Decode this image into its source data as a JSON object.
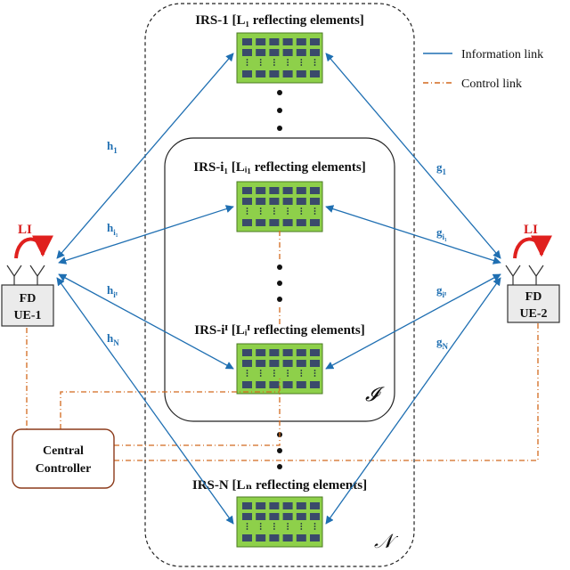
{
  "legend": {
    "info_label": "Information link",
    "control_label": "Control link"
  },
  "irs": {
    "irs1_title": "IRS-1 [L₁ reflecting elements]",
    "irs_i1_title": "IRS-i₁ [Lᵢ₁ reflecting elements]",
    "irs_iI_title": "IRS-iᴵ [Lᵢᴵ reflecting elements]",
    "irsN_title": "IRS-N [Lₙ reflecting elements]"
  },
  "sets": {
    "inner": "𝓘",
    "outer": "𝒩"
  },
  "ue1": {
    "line1": "FD",
    "line2": "UE-1"
  },
  "ue2": {
    "line1": "FD",
    "line2": "UE-2"
  },
  "li_label": "LI",
  "controller": {
    "line1": "Central",
    "line2": "Controller"
  },
  "channels": {
    "h1": "h",
    "h1_sub": "1",
    "hi1": "h",
    "hi1_sub": "i₁",
    "hiI": "h",
    "hiI_sub": "iᴵ",
    "hN": "h",
    "hN_sub": "N",
    "g1": "g",
    "g1_sub": "1",
    "gi1": "g",
    "gi1_sub": "i₁",
    "giI": "g",
    "giI_sub": "iᴵ",
    "gN": "g",
    "gN_sub": "N"
  },
  "colors": {
    "info_link": "#1f6fb2",
    "control_link": "#d2691e",
    "irs_fill": "#8ed04a",
    "irs_element": "#3a4a6b",
    "li_arrow": "#e0201e",
    "controller_border": "#8b3a1a"
  }
}
